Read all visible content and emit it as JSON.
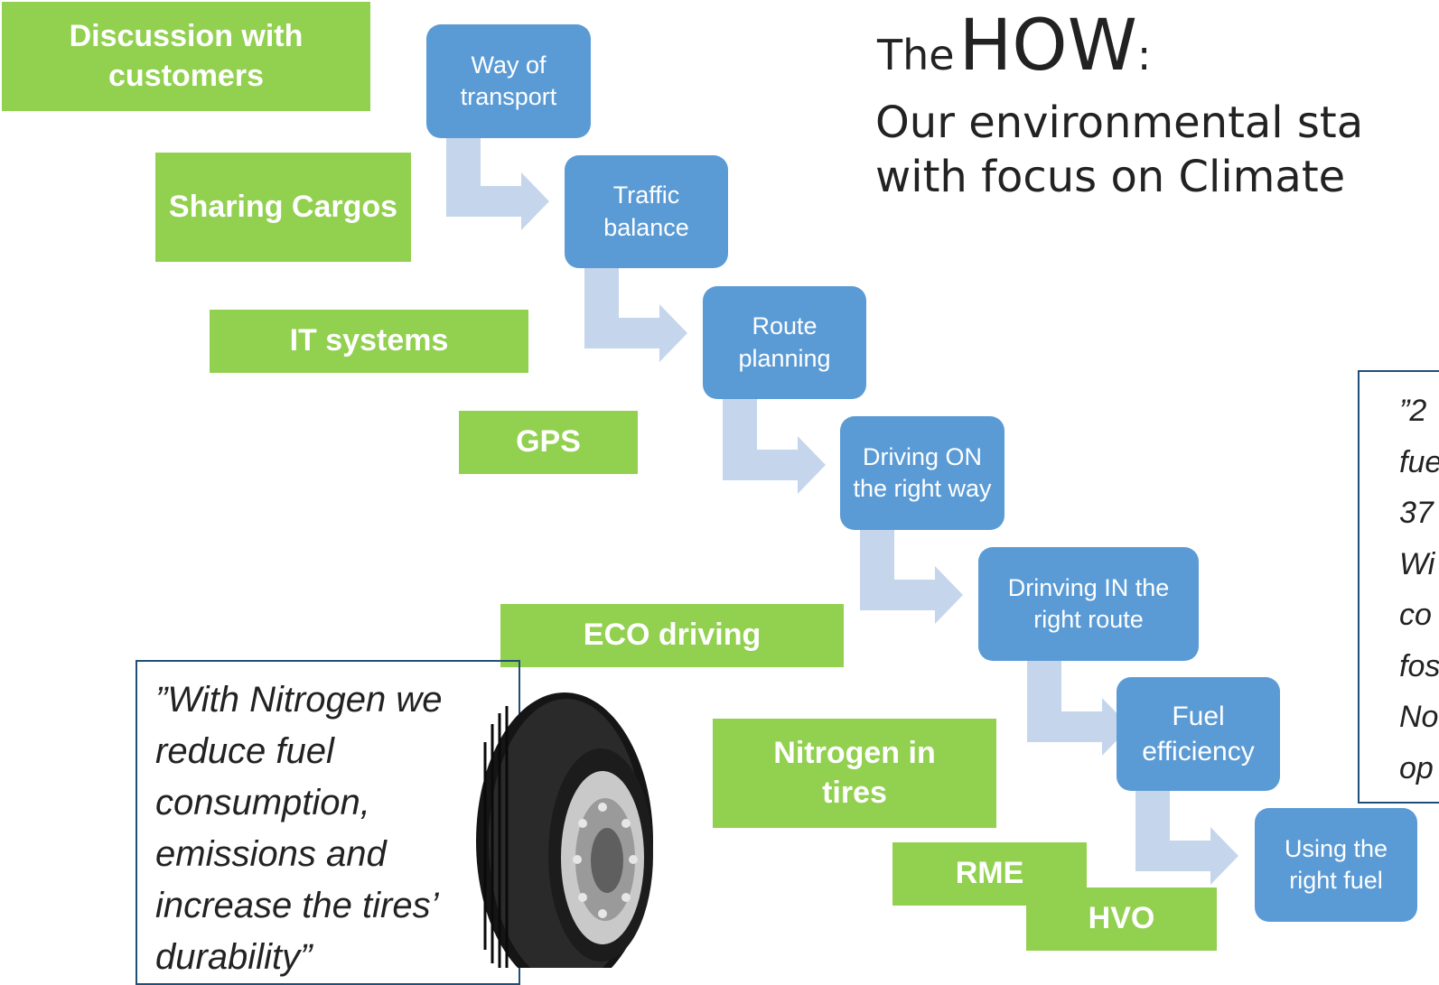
{
  "title": {
    "the": "The",
    "how": "HOW",
    "colon": ":"
  },
  "subtitle": {
    "line1": "Our environmental sta",
    "line2": "with focus on Climate"
  },
  "green_boxes": {
    "discussion": "Discussion with customers",
    "sharing": "Sharing Cargos",
    "it_systems": "IT systems",
    "gps": "GPS",
    "eco_driving": "ECO driving",
    "nitrogen": "Nitrogen in tires",
    "rme": "RME",
    "hvo": "HVO"
  },
  "steps": {
    "way_of_transport": "Way of transport",
    "traffic_balance": "Traffic balance",
    "route_planning": "Route planning",
    "driving_on": "Driving ON the right way",
    "driving_in": "Drinving IN the right route",
    "fuel_efficiency": "Fuel efficiency",
    "right_fuel": "Using the right fuel"
  },
  "quote_left": "”With Nitrogen we reduce fuel consumption, emissions and increase the tires’ durability”",
  "quote_right": [
    "”2",
    "fue",
    "37",
    "Wi",
    "co",
    "fos",
    "No",
    "op"
  ],
  "colors": {
    "green": "#92d050",
    "blue": "#5b9bd5",
    "arrow": "#c5d6ec",
    "border": "#1f4e79"
  }
}
